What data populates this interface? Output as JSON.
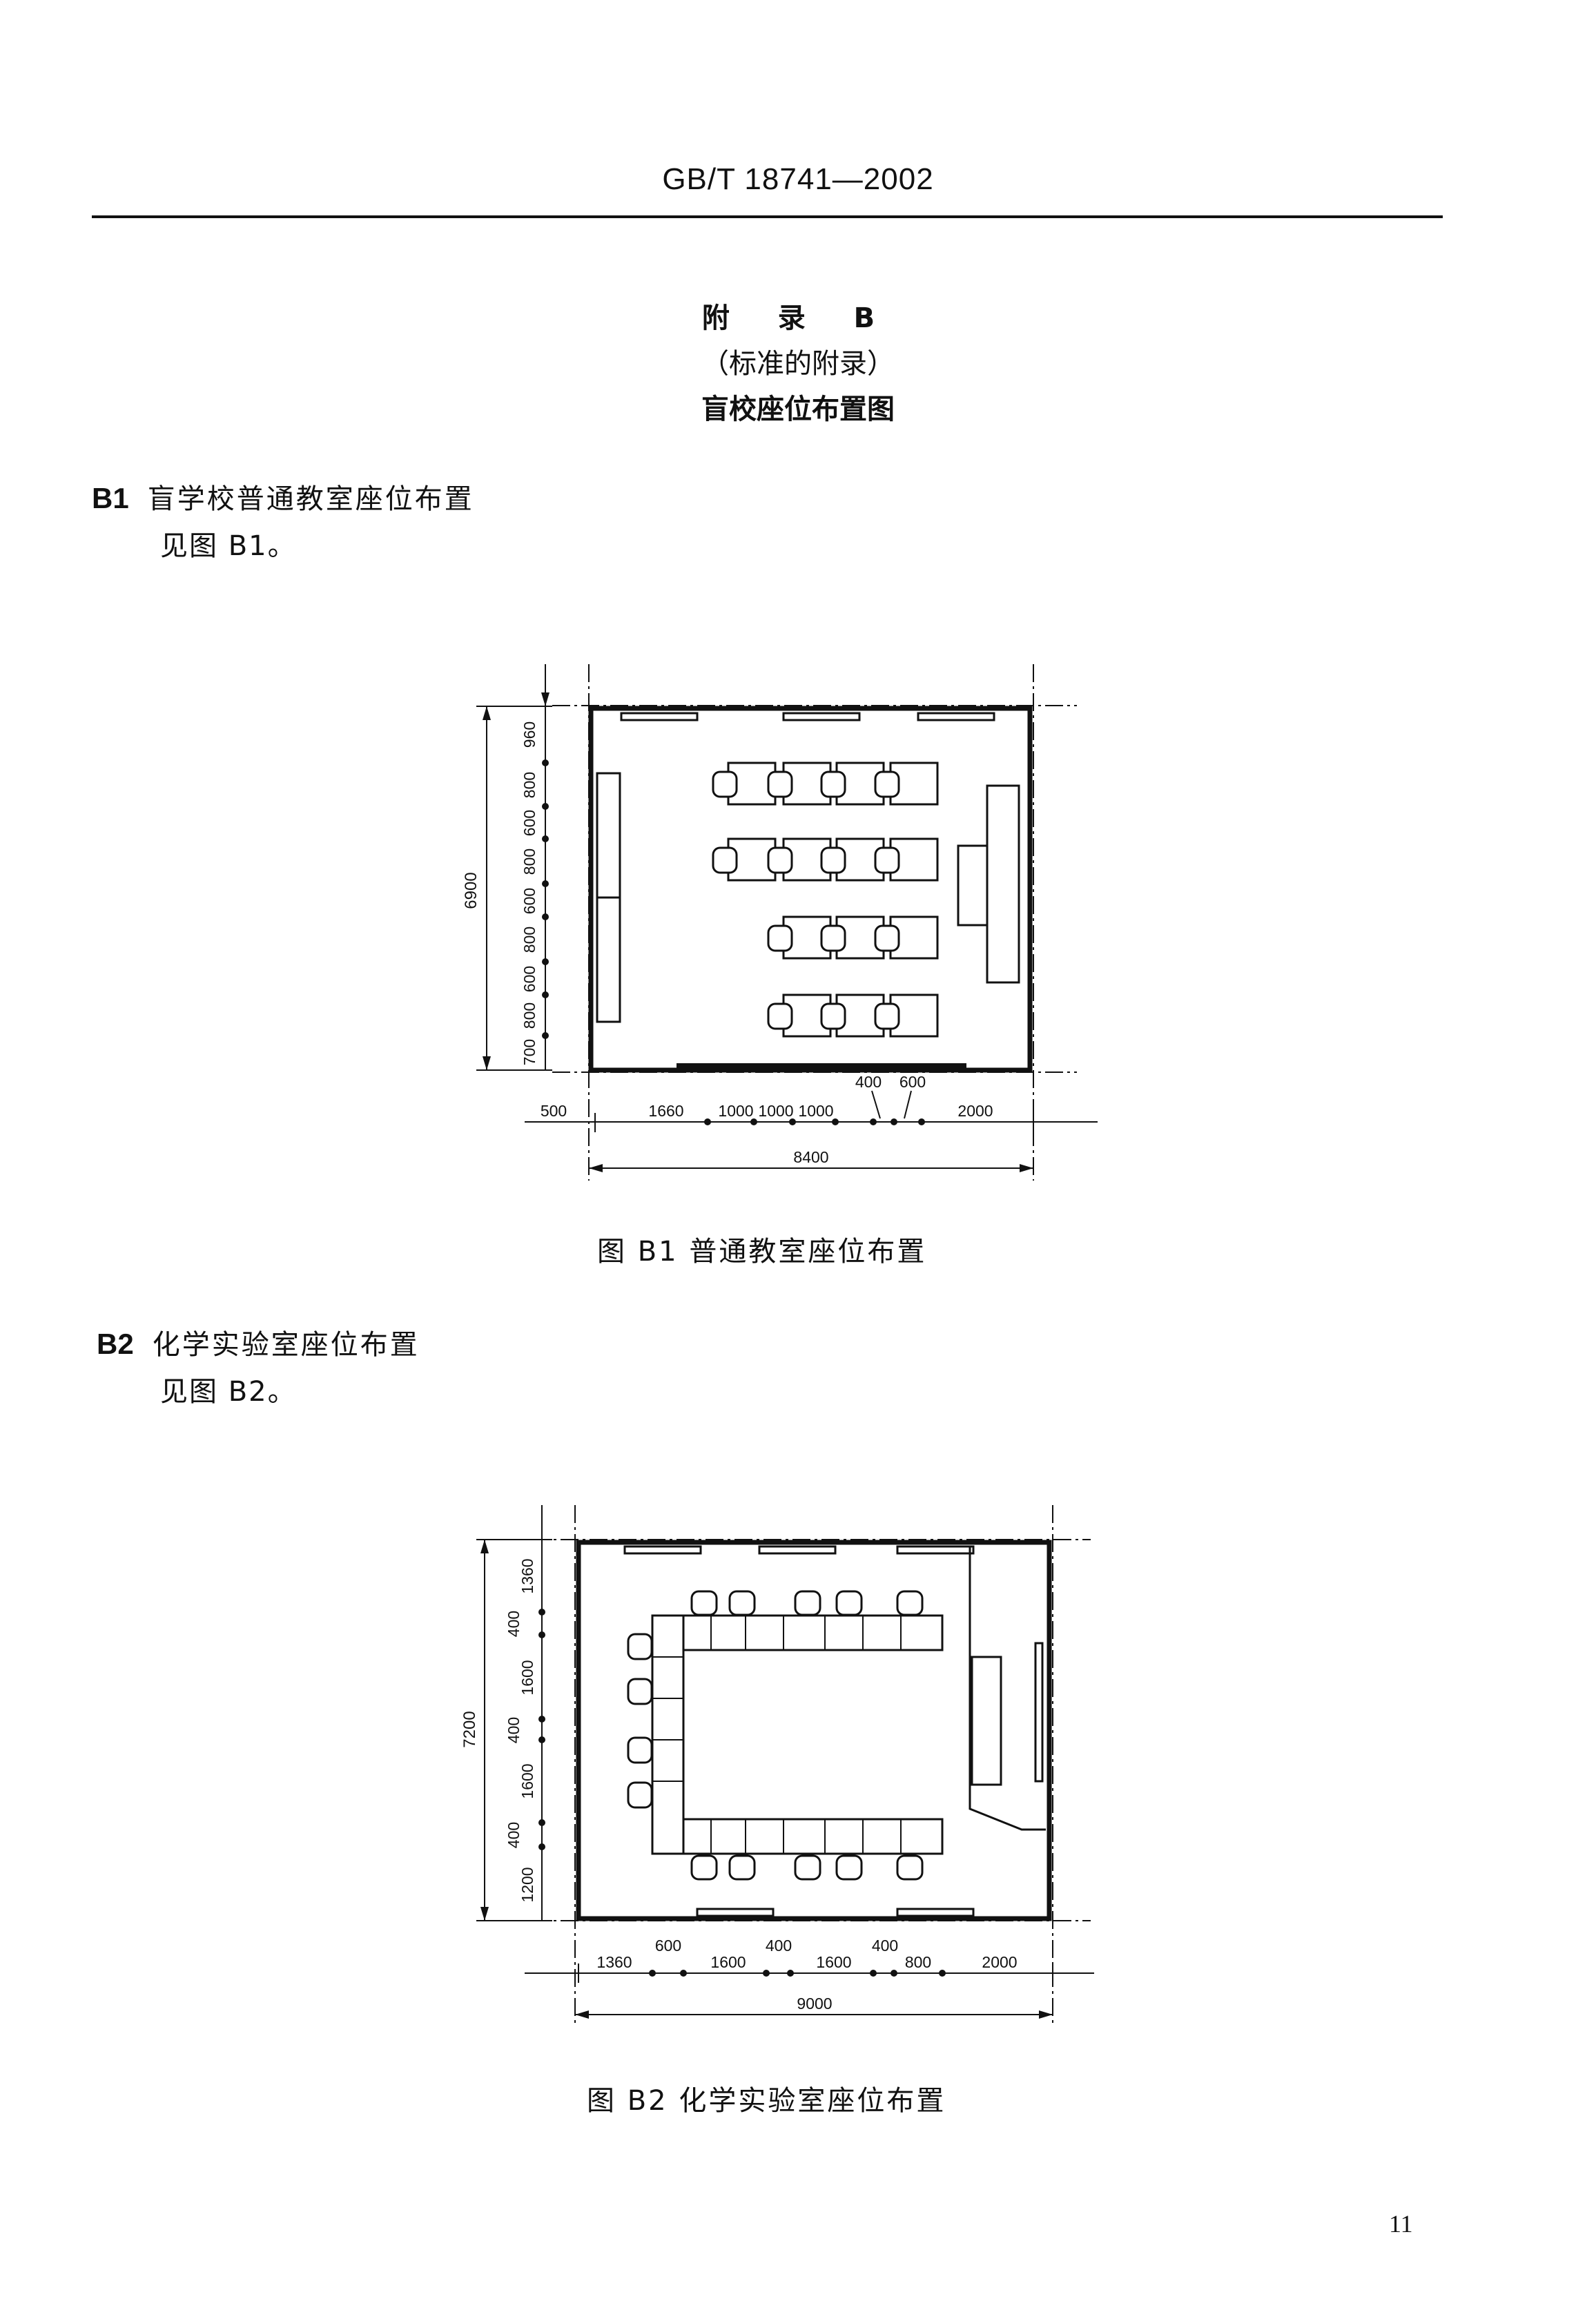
{
  "header": {
    "standard_no": "GB/T 18741—2002"
  },
  "appendix": {
    "title": "附 录 B",
    "subtitle": "（标准的附录）",
    "heading": "盲校座位布置图"
  },
  "sections": [
    {
      "num": "B1",
      "title": "盲学校普通教室座位布置",
      "see": "见图 B1。"
    },
    {
      "num": "B2",
      "title": "化学实验室座位布置",
      "see": "见图 B2。"
    }
  ],
  "figures": {
    "b1": {
      "caption": "图 B1  普通教室座位布置",
      "overall_height": "6900",
      "overall_width": "8400",
      "vertical_dims": [
        "960",
        "800",
        "600",
        "800",
        "600",
        "800",
        "600",
        "800",
        "700"
      ],
      "horizontal_dims": [
        "500",
        "1660",
        "1000",
        "1000",
        "1000",
        "400",
        "600",
        "2000"
      ]
    },
    "b2": {
      "caption": "图 B2  化学实验室座位布置",
      "overall_height": "7200",
      "overall_width": "9000",
      "vertical_dims": [
        "1360",
        "400",
        "1600",
        "400",
        "1600",
        "400",
        "1200"
      ],
      "horizontal_dims": [
        "1360",
        "600",
        "1600",
        "400",
        "1600",
        "400",
        "800",
        "2000"
      ]
    }
  },
  "page_number": "11"
}
